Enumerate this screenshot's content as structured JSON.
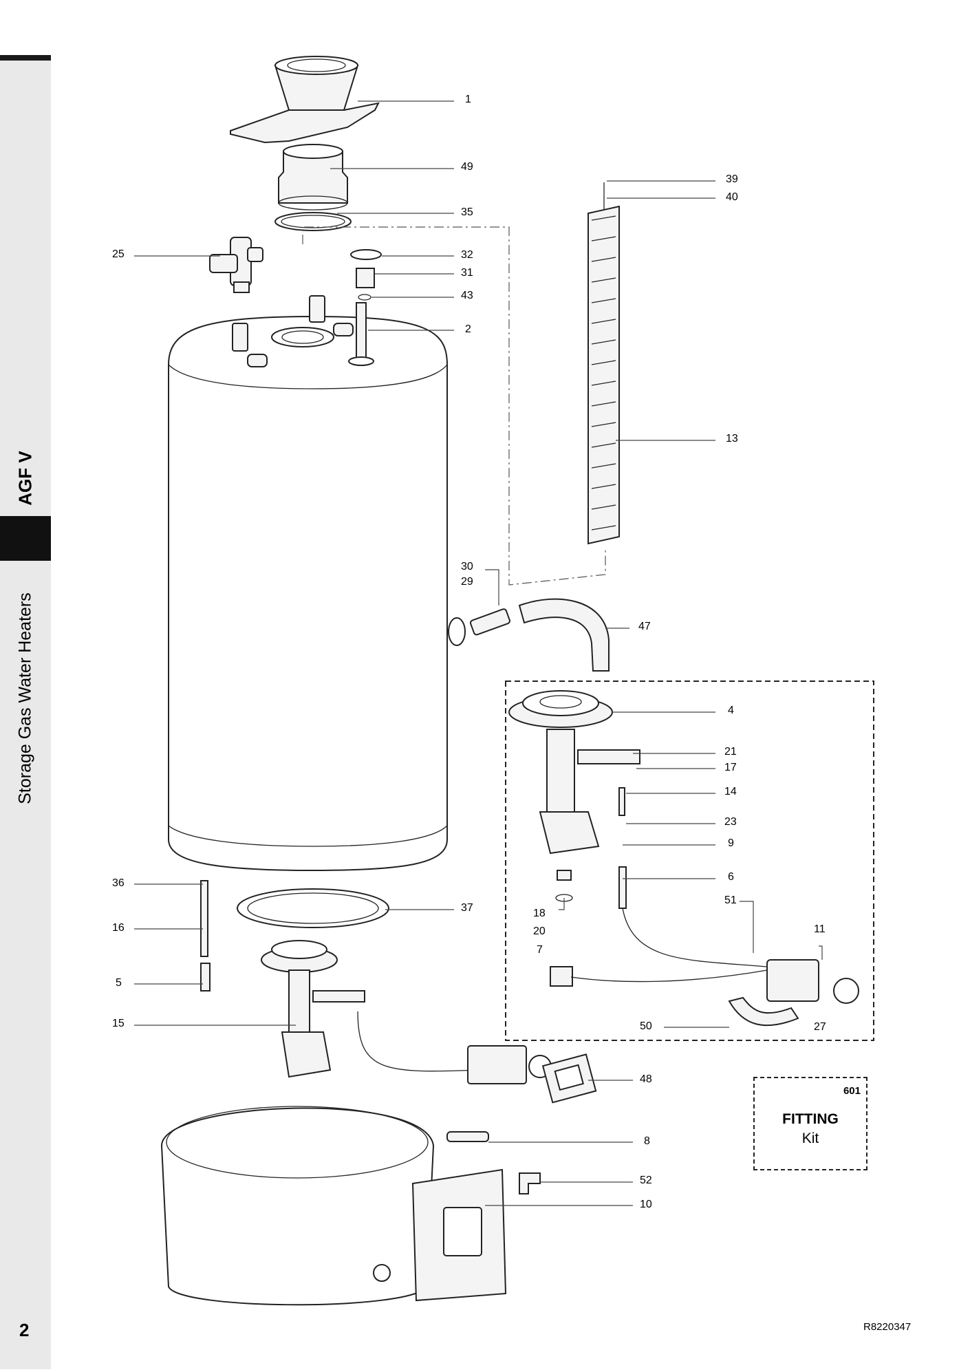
{
  "sidebar": {
    "model": "AGF V",
    "category": "Storage Gas Water Heaters"
  },
  "page_number": "2",
  "drawing_ref": "R8220347",
  "kit": {
    "code": "601",
    "title": "FITTING",
    "subtitle": "Kit"
  },
  "callouts": [
    "1",
    "49",
    "39",
    "40",
    "35",
    "25",
    "32",
    "31",
    "43",
    "2",
    "13",
    "30",
    "29",
    "47",
    "4",
    "21",
    "17",
    "14",
    "23",
    "9",
    "6",
    "18",
    "20",
    "51",
    "11",
    "7",
    "27",
    "50",
    "36",
    "37",
    "16",
    "5",
    "15",
    "48",
    "8",
    "52",
    "10"
  ]
}
